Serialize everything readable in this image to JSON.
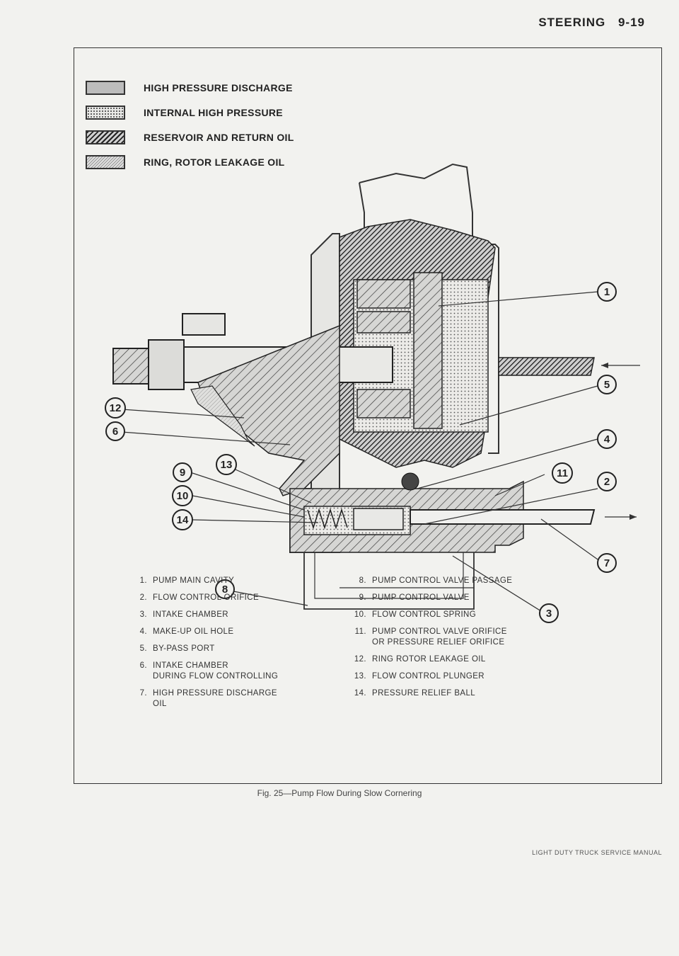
{
  "header": {
    "section": "STEERING",
    "page": "9-19"
  },
  "legend": [
    {
      "label": "HIGH PRESSURE DISCHARGE",
      "pattern": "solid"
    },
    {
      "label": "INTERNAL HIGH PRESSURE",
      "pattern": "dots"
    },
    {
      "label": "RESERVOIR AND RETURN OIL",
      "pattern": "hatch"
    },
    {
      "label": "RING, ROTOR LEAKAGE OIL",
      "pattern": "fine"
    }
  ],
  "callouts": [
    "1",
    "2",
    "3",
    "4",
    "5",
    "6",
    "7",
    "8",
    "9",
    "10",
    "11",
    "12",
    "13",
    "14"
  ],
  "parts_left": [
    {
      "num": "1.",
      "lines": [
        "PUMP MAIN CAVITY"
      ]
    },
    {
      "num": "2.",
      "lines": [
        "FLOW CONTROL ORIFICE"
      ]
    },
    {
      "num": "3.",
      "lines": [
        "INTAKE CHAMBER"
      ]
    },
    {
      "num": "4.",
      "lines": [
        "MAKE-UP OIL HOLE"
      ]
    },
    {
      "num": "5.",
      "lines": [
        "BY-PASS PORT"
      ]
    },
    {
      "num": "6.",
      "lines": [
        "INTAKE CHAMBER",
        "DURING FLOW CONTROLLING"
      ]
    },
    {
      "num": "7.",
      "lines": [
        "HIGH PRESSURE DISCHARGE",
        "OIL"
      ]
    }
  ],
  "parts_right": [
    {
      "num": "8.",
      "lines": [
        "PUMP CONTROL VALVE PASSAGE"
      ]
    },
    {
      "num": "9.",
      "lines": [
        "PUMP CONTROL VALVE"
      ]
    },
    {
      "num": "10.",
      "lines": [
        "FLOW CONTROL SPRING"
      ]
    },
    {
      "num": "11.",
      "lines": [
        "PUMP CONTROL VALVE ORIFICE",
        "OR PRESSURE RELIEF ORIFICE"
      ]
    },
    {
      "num": "12.",
      "lines": [
        "RING ROTOR LEAKAGE OIL"
      ]
    },
    {
      "num": "13.",
      "lines": [
        "FLOW CONTROL PLUNGER"
      ]
    },
    {
      "num": "14.",
      "lines": [
        "PRESSURE RELIEF BALL"
      ]
    }
  ],
  "caption": "Fig. 25—Pump Flow During Slow Cornering",
  "footer": "LIGHT DUTY TRUCK SERVICE MANUAL"
}
